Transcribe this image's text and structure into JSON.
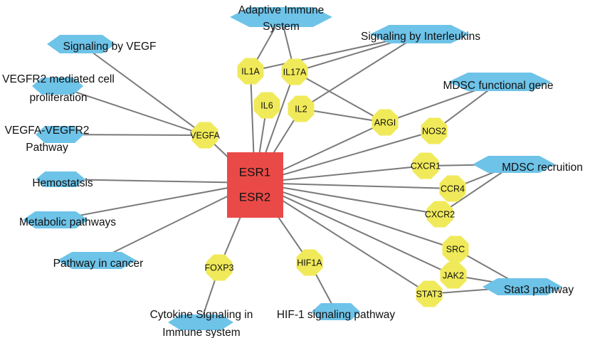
{
  "network": {
    "hub": {
      "label_1": "ESR1",
      "label_2": "ESR2"
    },
    "genes": [
      {
        "id": "il1a",
        "label": "IL1A"
      },
      {
        "id": "il17a",
        "label": "IL17A"
      },
      {
        "id": "il6",
        "label": "IL6"
      },
      {
        "id": "il2",
        "label": "IL2"
      },
      {
        "id": "argi",
        "label": "ARGI"
      },
      {
        "id": "nos2",
        "label": "NOS2"
      },
      {
        "id": "vegfa",
        "label": "VEGFA"
      },
      {
        "id": "cxcr1",
        "label": "CXCR1"
      },
      {
        "id": "ccr4",
        "label": "CCR4"
      },
      {
        "id": "cxcr2",
        "label": "CXCR2"
      },
      {
        "id": "src",
        "label": "SRC"
      },
      {
        "id": "jak2",
        "label": "JAK2"
      },
      {
        "id": "stat3",
        "label": "STAT3"
      },
      {
        "id": "foxp3",
        "label": "FOXP3"
      },
      {
        "id": "hif1a",
        "label": "HIF1A"
      }
    ],
    "pathways": [
      {
        "id": "adaptive",
        "lines": [
          "Adaptive Immune",
          "System"
        ]
      },
      {
        "id": "interleukins",
        "lines": [
          "Signaling by Interleukins"
        ]
      },
      {
        "id": "vegf",
        "lines": [
          "Signaling by VEGF"
        ]
      },
      {
        "id": "vegfr2",
        "lines": [
          "VEGFR2 mediated cell",
          "proliferation"
        ]
      },
      {
        "id": "mdsc_gene",
        "lines": [
          "MDSC functional gene"
        ]
      },
      {
        "id": "vegfa_vegfr2",
        "lines": [
          "VEGFA-VEGFR2",
          "Pathway"
        ]
      },
      {
        "id": "hemostasis",
        "lines": [
          "Hemostatsis"
        ]
      },
      {
        "id": "mdsc_recruit",
        "lines": [
          "MDSC recruition"
        ]
      },
      {
        "id": "metabolic",
        "lines": [
          "Metabolic pathways"
        ]
      },
      {
        "id": "cancer",
        "lines": [
          "Pathway in cancer"
        ]
      },
      {
        "id": "stat3_path",
        "lines": [
          "Stat3 pathway"
        ]
      },
      {
        "id": "cytokine",
        "lines": [
          "Cytokine Signaling in",
          "Immune system"
        ]
      },
      {
        "id": "hif1",
        "lines": [
          "HIF-1 signaling pathway"
        ]
      }
    ],
    "edges": [
      [
        "hub",
        "il1a"
      ],
      [
        "hub",
        "il6"
      ],
      [
        "hub",
        "il2"
      ],
      [
        "hub",
        "il17a"
      ],
      [
        "hub",
        "vegfa"
      ],
      [
        "hub",
        "argi"
      ],
      [
        "hub",
        "cxcr1"
      ],
      [
        "hub",
        "ccr4"
      ],
      [
        "hub",
        "cxcr2"
      ],
      [
        "hub",
        "src"
      ],
      [
        "hub",
        "jak2"
      ],
      [
        "hub",
        "stat3"
      ],
      [
        "hub",
        "foxp3"
      ],
      [
        "hub",
        "hif1a"
      ],
      [
        "hub",
        "hemostasis"
      ],
      [
        "hub",
        "metabolic"
      ],
      [
        "hub",
        "cancer"
      ],
      [
        "hub",
        "nos2"
      ],
      [
        "il1a",
        "adaptive"
      ],
      [
        "il17a",
        "adaptive"
      ],
      [
        "il1a",
        "interleukins"
      ],
      [
        "il17a",
        "interleukins"
      ],
      [
        "il2",
        "interleukins"
      ],
      [
        "il17a",
        "argi"
      ],
      [
        "il2",
        "argi"
      ],
      [
        "argi",
        "mdsc_gene"
      ],
      [
        "nos2",
        "mdsc_gene"
      ],
      [
        "vegfa",
        "vegf"
      ],
      [
        "vegfa",
        "vegfr2"
      ],
      [
        "vegfa",
        "vegfa_vegfr2"
      ],
      [
        "cxcr1",
        "mdsc_recruit"
      ],
      [
        "ccr4",
        "mdsc_recruit"
      ],
      [
        "cxcr2",
        "mdsc_recruit"
      ],
      [
        "src",
        "stat3_path"
      ],
      [
        "jak2",
        "stat3_path"
      ],
      [
        "stat3",
        "stat3_path"
      ],
      [
        "foxp3",
        "cytokine"
      ],
      [
        "hif1a",
        "hif1"
      ]
    ]
  }
}
